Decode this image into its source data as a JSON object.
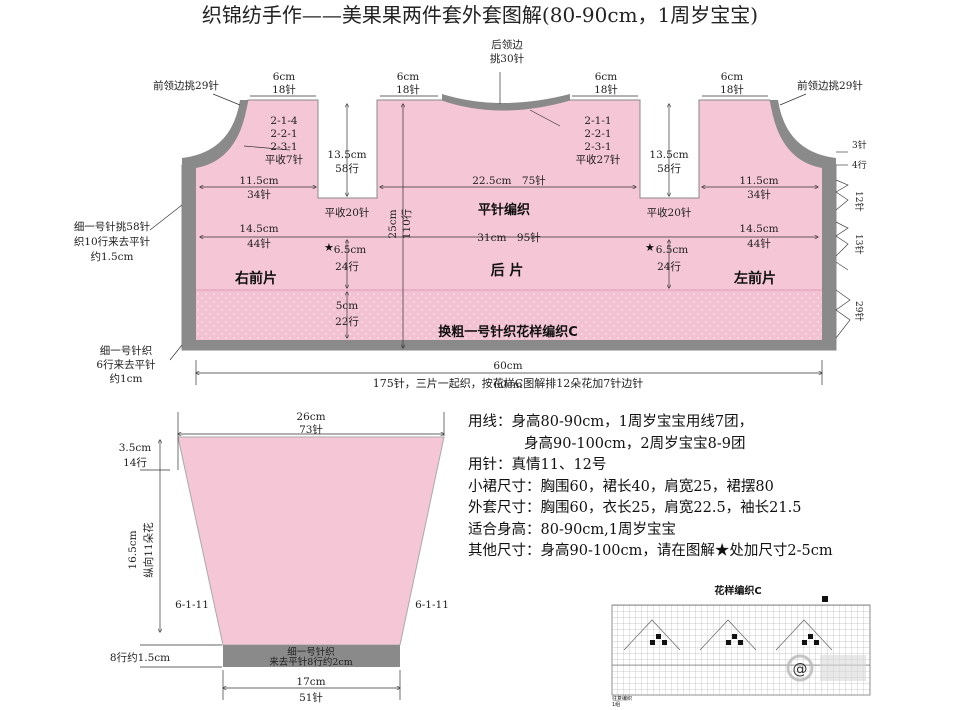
{
  "title": "织锦纺手作——美果果两件套外套图解(80-90cm，1周岁宝宝)",
  "colors": {
    "pink": "#f4c6d6",
    "pink_edge": "#e9a8bf",
    "gray": "#8a8a8a",
    "line": "#444444"
  },
  "body": {
    "labels": {
      "back_neck": [
        "后领边",
        "挑30针"
      ],
      "front_neck_left": "前领边挑29针",
      "front_neck_right": "前领边挑29针",
      "shoulder_cm": "6cm",
      "shoulder_st": "18针",
      "dec_right_front": [
        "2-1-4",
        "2-2-1",
        "2-3-1",
        "平收7针"
      ],
      "dec_back": [
        "2-1-1",
        "2-2-1",
        "2-3-1",
        "平收27针"
      ],
      "armhole_h": "13.5cm",
      "armhole_rows": "58行",
      "armhole_bind": "平收20针",
      "front_mid_cm": "11.5cm",
      "front_mid_st": "34针",
      "back_mid": "22.5cm　75针",
      "front_low_cm": "14.5cm",
      "front_low_st": "44针",
      "back_low": "31cm　95针",
      "under_cm": "6.5cm",
      "under_rows": "24行",
      "total_h_cm": "25cm",
      "total_h_rows": "110行",
      "stockinette": "平针编织",
      "right_front": "右前片",
      "back": "后 片",
      "left_front": "左前片",
      "hem_cm": "5cm",
      "hem_rows": "22行",
      "hem_label": "换粗一号针织花样编织C",
      "band_note": [
        "细一号针挑58针",
        "织10行来去平针",
        "约1.5cm"
      ],
      "hem_note": [
        "细一号针织",
        "6行来去平针",
        "约1cm"
      ],
      "width_total": "60cm",
      "width_note": "175针，三片一起织，按花样C图解排12朵花加7针边针",
      "side_rows": [
        "3针",
        "4行",
        "12针",
        "13针",
        "29针"
      ]
    }
  },
  "sleeve": {
    "top_cm": "26cm",
    "top_st": "73针",
    "top_band_cm": "3.5cm",
    "top_band_rows": "14行",
    "height_cm": "16.5cm",
    "height_note": "纵向11朵花",
    "inc": "6-1-11",
    "cuff_rows": "8行约1.5cm",
    "cuff_label": [
      "细一号针织",
      "来去平针8行约2cm"
    ],
    "bottom_cm": "17cm",
    "bottom_st": "51针"
  },
  "notes": [
    "用线：身高80-90cm，1周岁宝宝用线7团，",
    "身高90-100cm，2周岁宝宝8-9团",
    "用针：真情11、12号",
    "小裙尺寸：胸围60，裙长40，肩宽25，裙摆80",
    "外套尺寸：胸围60，衣长25，肩宽22.5，袖长21.5",
    "适合身高：80-90cm,1周岁宝宝",
    "其他尺寸：身高90-100cm，请在图解★处加尺寸2-5cm"
  ],
  "chart": {
    "title": "花样编织C",
    "footer": [
      "往复编织",
      "1组"
    ],
    "watermark": "@"
  }
}
